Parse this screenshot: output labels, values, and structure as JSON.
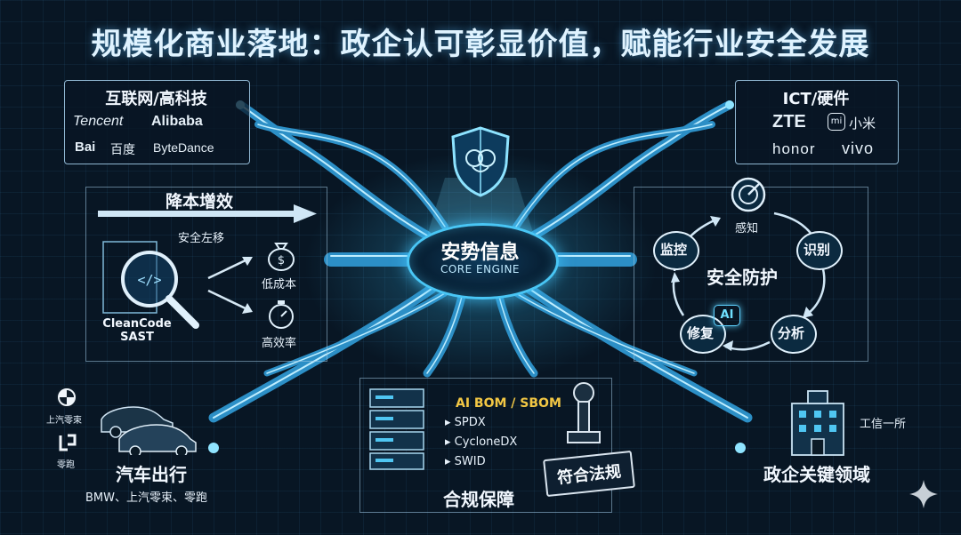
{
  "title": "规模化商业落地：政企认可彰显价值，赋能行业安全发展",
  "core": {
    "label": "安势信息",
    "sublabel": "CORE ENGINE"
  },
  "internet": {
    "heading": "互联网/高科技",
    "logos": [
      "Tencent",
      "Alibaba",
      "Bai",
      "百度",
      "ByteDance"
    ]
  },
  "ict": {
    "heading": "ICT/硬件",
    "logos": [
      "ZTE",
      "mi",
      "小米",
      "honor",
      "vivo"
    ]
  },
  "cost": {
    "heading": "降本增效",
    "arrow_label": "安全左移",
    "tool_label": "CleanCode\nSAST",
    "benefits": [
      "低成本",
      "高效率"
    ],
    "code_glyph": "</>"
  },
  "protection": {
    "center": "安全防护",
    "steps": [
      "感知",
      "识别",
      "分析",
      "修复",
      "监控"
    ],
    "ai_badge": "AI"
  },
  "auto": {
    "label": "汽车出行",
    "customers": "BMW、上汽零束、零跑",
    "logo_labels": [
      "上汽零束",
      "零跑"
    ]
  },
  "compliance": {
    "heading": "AI BOM / SBOM",
    "items": [
      "SPDX",
      "CycloneDX",
      "SWID"
    ],
    "stamp": "符合法规",
    "label": "合规保障"
  },
  "gov": {
    "label": "政企关键领域",
    "building_label": "工信一所"
  },
  "colors": {
    "accent": "#49c6f5",
    "gold": "#f2c744",
    "background": "#081624"
  },
  "icons": [
    "shield-brain-icon",
    "magnifier-code-icon",
    "money-bag-icon",
    "stopwatch-icon",
    "target-icon",
    "car-icon",
    "server-stack-icon",
    "stamp-icon",
    "building-icon",
    "sparkle-icon"
  ]
}
